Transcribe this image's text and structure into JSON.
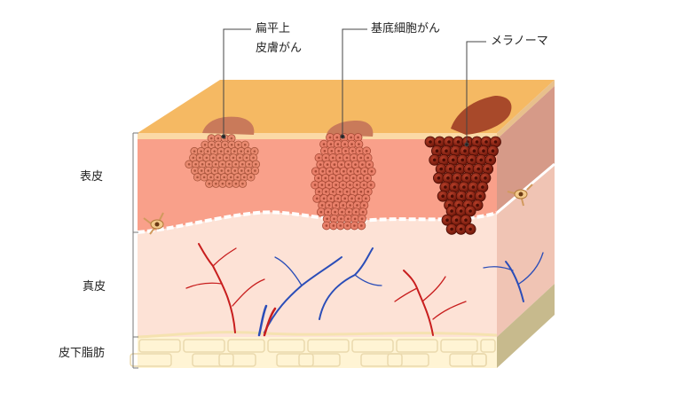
{
  "layers": {
    "epidermis": "表皮",
    "dermis": "真皮",
    "subcutis": "皮下脂肪"
  },
  "tumors": {
    "scc": [
      "扁平上",
      "皮膚がん"
    ],
    "bcc": "基底細胞がん",
    "melanoma": "メラノーマ"
  },
  "colors": {
    "top_surface": "#f5b963",
    "epidermis": "#f9a08a",
    "dermis": "#fde2d6",
    "fat": "#fff4d4",
    "right_face": "#d69a88",
    "scc_cell": "#e98a70",
    "bcc_cell": "#e9806a",
    "melanoma_cell": "#8b1d10",
    "artery": "#c81e1e",
    "vein": "#2a4db8"
  }
}
